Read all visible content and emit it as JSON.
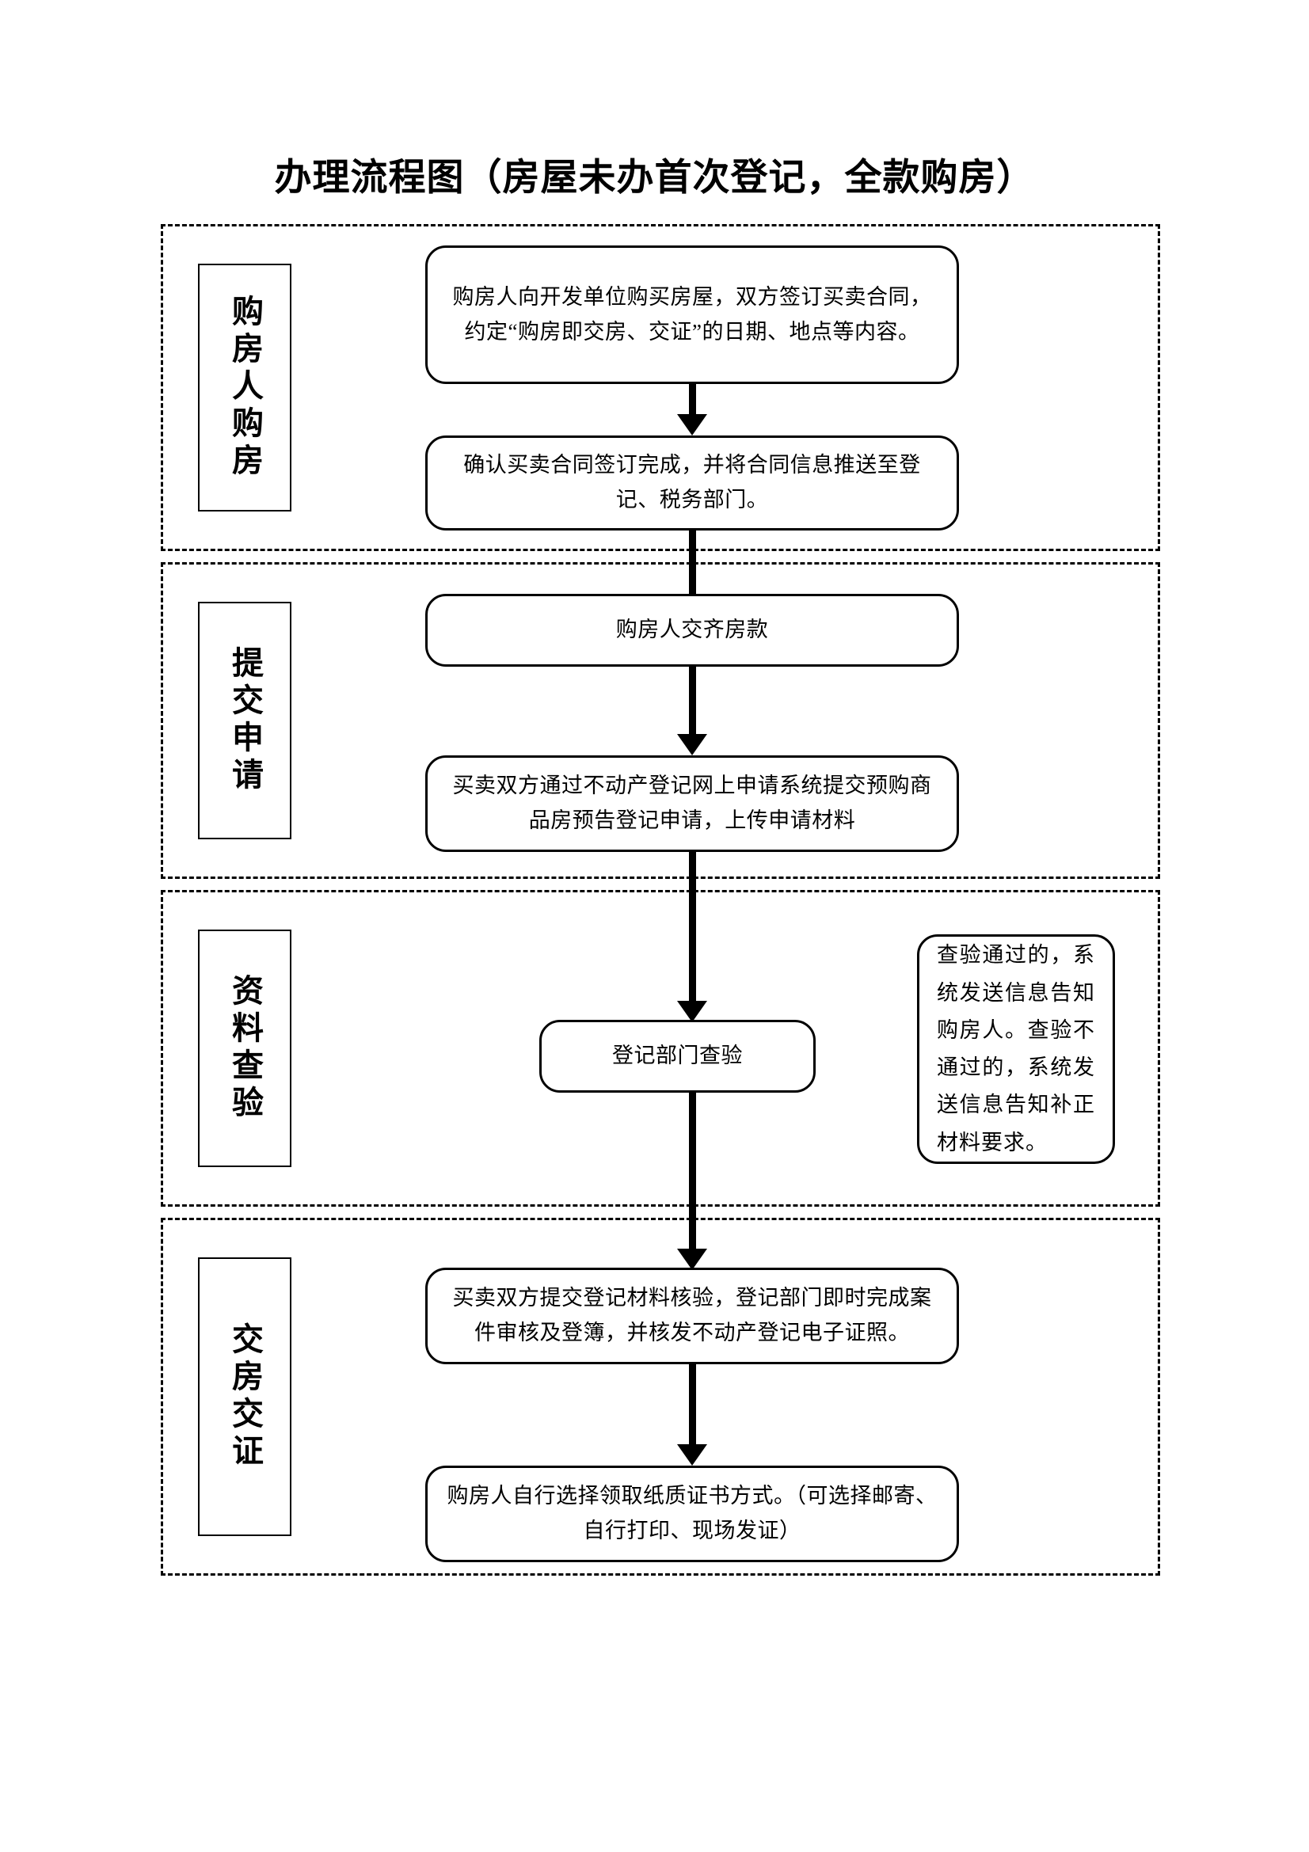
{
  "document": {
    "title": "办理流程图（房屋未办首次登记，全款购房）"
  },
  "stages": [
    {
      "id": "stage-1",
      "label": "购房人购房"
    },
    {
      "id": "stage-2",
      "label": "提交申请"
    },
    {
      "id": "stage-3",
      "label": "资料查验"
    },
    {
      "id": "stage-4",
      "label": "交房交证"
    }
  ],
  "nodes": [
    {
      "id": "node-1",
      "stage": "购房人购房",
      "text": "购房人向开发单位购买房屋，双方签订买卖合同，约定“购房即交房、交证”的日期、地点等内容。"
    },
    {
      "id": "node-2",
      "stage": "购房人购房",
      "text": "确认买卖合同签订完成，并将合同信息推送至登记、税务部门。"
    },
    {
      "id": "node-3",
      "stage": "提交申请",
      "text": "购房人交齐房款"
    },
    {
      "id": "node-4",
      "stage": "提交申请",
      "text": "买卖双方通过不动产登记网上申请系统提交预购商品房预告登记申请，上传申请材料"
    },
    {
      "id": "node-5",
      "stage": "资料查验",
      "text": "登记部门查验"
    },
    {
      "id": "node-6",
      "stage": "资料查验",
      "text": "查验通过的，系统发送信息告知购房人。查验不通过的，系统发送信息告知补正材料要求。"
    },
    {
      "id": "node-7",
      "stage": "交房交证",
      "text": "买卖双方提交登记材料核验，登记部门即时完成案件审核及登簿，并核发不动产登记电子证照。"
    },
    {
      "id": "node-8",
      "stage": "交房交证",
      "text": "购房人自行选择领取纸质证书方式。（可选择邮寄、自行打印、现场发证）"
    }
  ],
  "colors": {
    "ink": "#000000",
    "paper": "#ffffff"
  }
}
